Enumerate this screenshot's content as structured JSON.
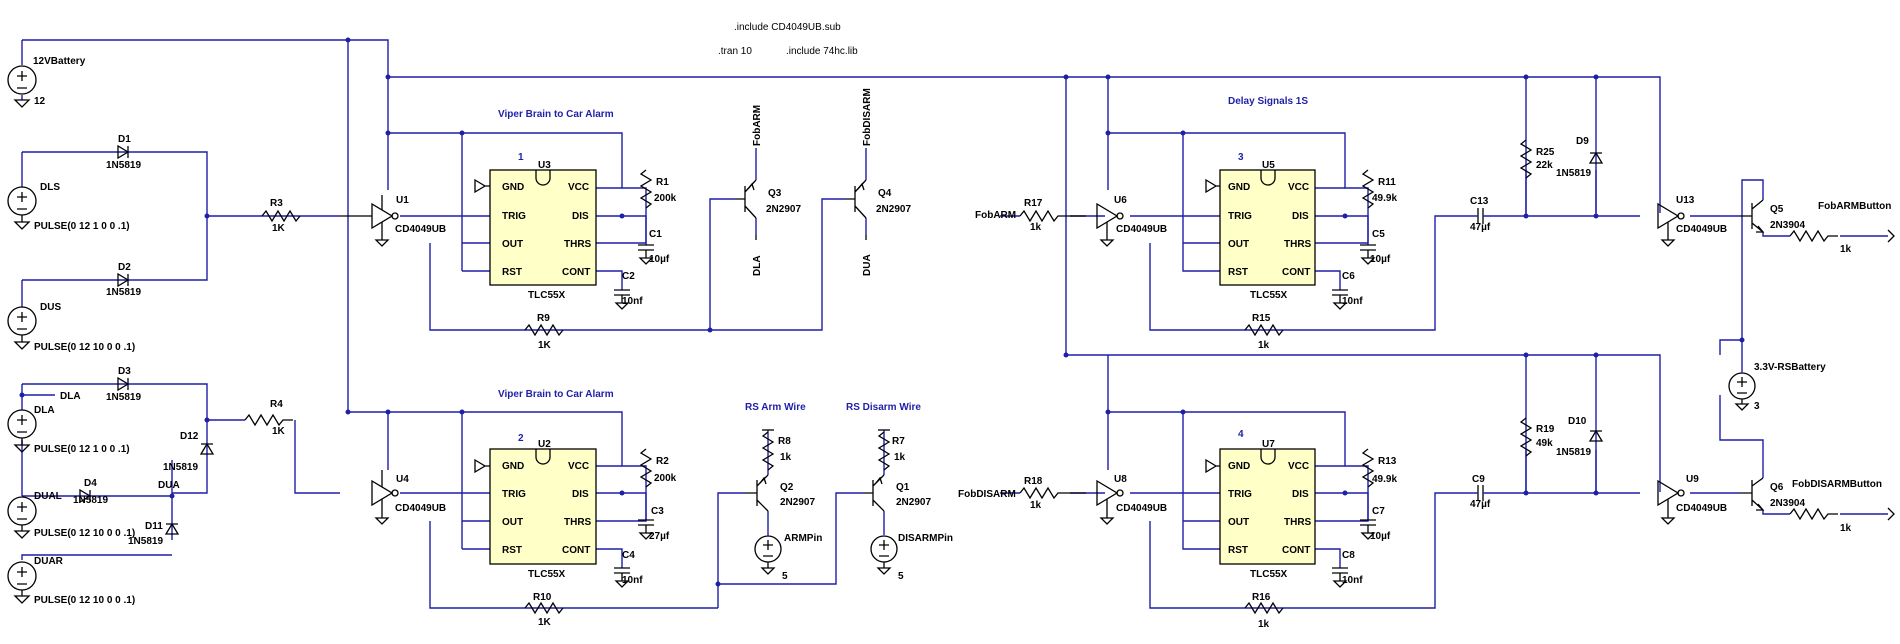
{
  "directives": [
    ".include CD4049UB.sub",
    ".tran 10",
    ".include 74hc.lib"
  ],
  "titles": {
    "viper1": "Viper Brain to Car Alarm",
    "viper2": "Viper Brain to Car Alarm",
    "delay": "Delay Signals 1S",
    "rs_arm": "RS Arm Wire",
    "rs_disarm": "RS Disarm Wire"
  },
  "sources": {
    "battery": {
      "name": "12VBattery",
      "value": "12"
    },
    "dls": {
      "name": "DLS",
      "value": "PULSE(0 12 1 0 0 .1)"
    },
    "dus": {
      "name": "DUS",
      "value": "PULSE(0 12 10 0 0 .1)"
    },
    "dla": {
      "name": "DLA",
      "value": "PULSE(0 12 1 0 0 .1)"
    },
    "dual": {
      "name": "DUAL",
      "value": "PULSE(0 12 10 0 0 .1)"
    },
    "duar": {
      "name": "DUAR",
      "value": "PULSE(0 12 10 0 0 .1)"
    },
    "armpin": {
      "name": "ARMPin",
      "value": "5"
    },
    "disarmpin": {
      "name": "DISARMPin",
      "value": "5"
    },
    "rsbattery": {
      "name": "3.3V-RSBattery",
      "value": "3"
    }
  },
  "diodes": {
    "d1": {
      "name": "D1",
      "part": "1N5819"
    },
    "d2": {
      "name": "D2",
      "part": "1N5819"
    },
    "d3": {
      "name": "D3",
      "part": "1N5819"
    },
    "d4": {
      "name": "D4",
      "part": "1N5819"
    },
    "d11": {
      "name": "D11",
      "part": "1N5819"
    },
    "d12": {
      "name": "D12",
      "part": "1N5819"
    },
    "d9": {
      "name": "D9",
      "part": "1N5819"
    },
    "d10": {
      "name": "D10",
      "part": "1N5819"
    }
  },
  "resistors": {
    "r3": {
      "name": "R3",
      "value": "1K"
    },
    "r4": {
      "name": "R4",
      "value": "1K"
    },
    "r1": {
      "name": "R1",
      "value": "200k"
    },
    "r2": {
      "name": "R2",
      "value": "200k"
    },
    "r9": {
      "name": "R9",
      "value": "1K"
    },
    "r10": {
      "name": "R10",
      "value": "1K"
    },
    "r8": {
      "name": "R8",
      "value": "1k"
    },
    "r7": {
      "name": "R7",
      "value": "1k"
    },
    "r17": {
      "name": "R17",
      "value": "1k"
    },
    "r18": {
      "name": "R18",
      "value": "1k"
    },
    "r11": {
      "name": "R11",
      "value": "49.9k"
    },
    "r13": {
      "name": "R13",
      "value": "49.9k"
    },
    "r15": {
      "name": "R15",
      "value": "1k"
    },
    "r16": {
      "name": "R16",
      "value": "1k"
    },
    "r25": {
      "name": "R25",
      "value": "22k"
    },
    "r19": {
      "name": "R19",
      "value": "49k"
    },
    "r5out": {
      "value": "1k"
    },
    "r6out": {
      "value": "1k"
    }
  },
  "capacitors": {
    "c1": {
      "name": "C1",
      "value": "10µf"
    },
    "c2": {
      "name": "C2",
      "value": "10nf"
    },
    "c3": {
      "name": "C3",
      "value": "27µf"
    },
    "c4": {
      "name": "C4",
      "value": "10nf"
    },
    "c5": {
      "name": "C5",
      "value": "10µf"
    },
    "c6": {
      "name": "C6",
      "value": "10nf"
    },
    "c7": {
      "name": "C7",
      "value": "10µf"
    },
    "c8": {
      "name": "C8",
      "value": "10nf"
    },
    "c13": {
      "name": "C13",
      "value": "47µf"
    },
    "c9": {
      "name": "C9",
      "value": "47µf"
    }
  },
  "inverters": {
    "u1": {
      "name": "U1",
      "part": "CD4049UB"
    },
    "u4": {
      "name": "U4",
      "part": "CD4049UB"
    },
    "u6": {
      "name": "U6",
      "part": "CD4049UB"
    },
    "u8": {
      "name": "U8",
      "part": "CD4049UB"
    },
    "u13": {
      "name": "U13",
      "part": "CD4049UB"
    },
    "u9": {
      "name": "U9",
      "part": "CD4049UB"
    }
  },
  "timers": {
    "u3": {
      "name": "U3",
      "part": "TLC55X",
      "num": "1"
    },
    "u2": {
      "name": "U2",
      "part": "TLC55X",
      "num": "2"
    },
    "u5": {
      "name": "U5",
      "part": "TLC55X",
      "num": "3"
    },
    "u7": {
      "name": "U7",
      "part": "TLC55X",
      "num": "4"
    },
    "pins": {
      "gnd": "GND",
      "vcc": "VCC",
      "trig": "TRIG",
      "dis": "DIS",
      "out": "OUT",
      "thrs": "THRS",
      "rst": "RST",
      "cont": "CONT"
    }
  },
  "transistors": {
    "q3": {
      "name": "Q3",
      "part": "2N2907"
    },
    "q4": {
      "name": "Q4",
      "part": "2N2907"
    },
    "q2": {
      "name": "Q2",
      "part": "2N2907"
    },
    "q1": {
      "name": "Q1",
      "part": "2N2907"
    },
    "q5": {
      "name": "Q5",
      "part": "2N3904"
    },
    "q6": {
      "name": "Q6",
      "part": "2N3904"
    }
  },
  "nets": {
    "fobarm": "FobARM",
    "fobdisarm": "FobDISARM",
    "dla": "DLA",
    "dua": "DUA",
    "fobarm_in": "FobARM",
    "fobdisarm_in": "FobDISARM",
    "dla_src": "DLA",
    "dua_node": "DUA",
    "fobarmbutton": "FobARMButton",
    "fobdisarmbutton": "FobDISARMButton"
  }
}
